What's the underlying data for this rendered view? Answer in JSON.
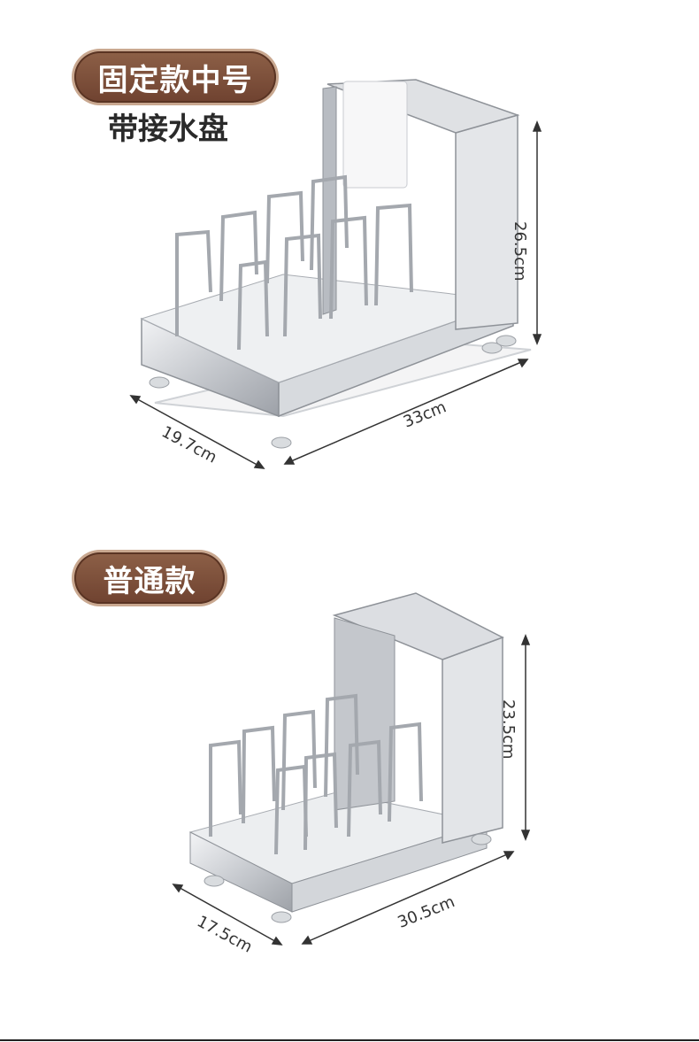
{
  "section1": {
    "badge": "固定款中号",
    "subtitle": "带接水盘",
    "dims": {
      "height": "26.5cm",
      "length": "33cm",
      "width": "19.7cm"
    }
  },
  "section2": {
    "badge": "普通款",
    "dims": {
      "height": "23.5cm",
      "length": "30.5cm",
      "width": "17.5cm"
    }
  },
  "colors": {
    "badge_brown": "#7a4a35",
    "steel": "#c9ccd0",
    "text": "#333333"
  }
}
